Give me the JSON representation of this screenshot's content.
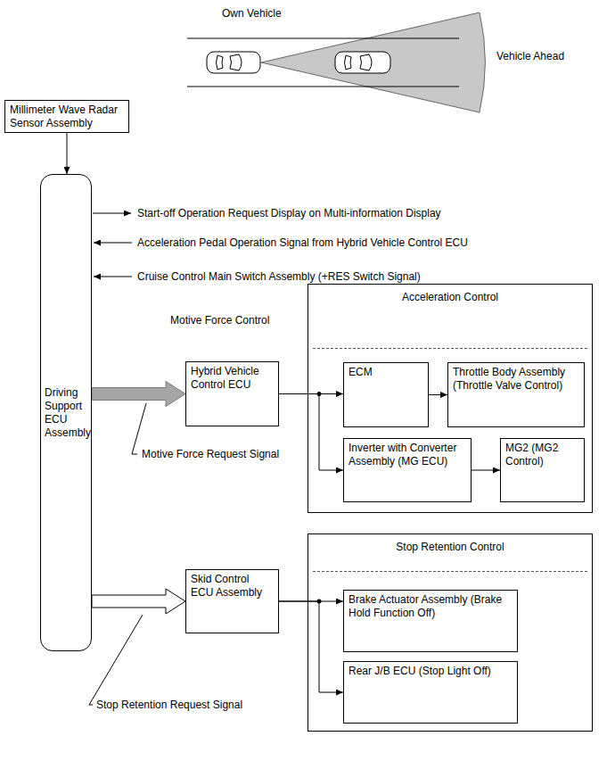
{
  "diagram": {
    "nodes": [
      {
        "text": [
          "Millimeter Wave Radar Sensor Assembly"
        ]
      },
      {
        "text": [
          "Driving Support ECU Assembly"
        ]
      },
      {
        "text": [
          "Hybrid Vehicle Control ECU"
        ]
      },
      {
        "text": [
          "Acceleration Control"
        ]
      },
      {
        "text": [
          "ECM"
        ],
        "in": 3
      },
      {
        "text": [
          "Throttle Body Assembly (Throttle Valve Control)"
        ],
        "in": 3
      },
      {
        "text": [
          "Inverter with Converter Assembly (MG ECU)"
        ],
        "in": 3
      },
      {
        "text": [
          "MG2 (MG2 Control)"
        ],
        "in": 3
      },
      {
        "text": [
          "Skid Control ECU Assembly"
        ]
      },
      {
        "text": [
          "Stop Retention Control"
        ]
      },
      {
        "text": [
          "Brake Actuator Assembly (Brake Hold Function Off)"
        ],
        "in": 9
      },
      {
        "text": [
          "Rear J/B ECU (Stop Light Off)"
        ],
        "in": 9
      }
    ],
    "edges": [
      {
        "from": 0,
        "to": 1,
        "arrow": "to"
      },
      {
        "from": 1,
        "to": 2,
        "arrow": "to"
      },
      {
        "from": 2,
        "to": 4,
        "arrow": "to"
      },
      {
        "from": 2,
        "to": 6,
        "arrow": "to"
      },
      {
        "from": 4,
        "to": 5,
        "arrow": "to"
      },
      {
        "from": 6,
        "to": 7,
        "arrow": "to"
      },
      {
        "from": 1,
        "to": 8,
        "arrow": "to"
      },
      {
        "from": 8,
        "to": 10,
        "arrow": "to"
      },
      {
        "from": 8,
        "to": 11,
        "arrow": "to"
      }
    ],
    "labels": [
      "Own Vehicle",
      "Vehicle Ahead",
      "Start-off Operation Request Display on Multi-information Display",
      "Acceleration Pedal Operation Signal from Hybrid Vehicle Control ECU",
      "Cruise Control Main Switch Assembly (+RES Switch Signal)",
      "Motive Force Control",
      "Motive Force Request Signal",
      "Stop Retention Request Signal"
    ]
  }
}
